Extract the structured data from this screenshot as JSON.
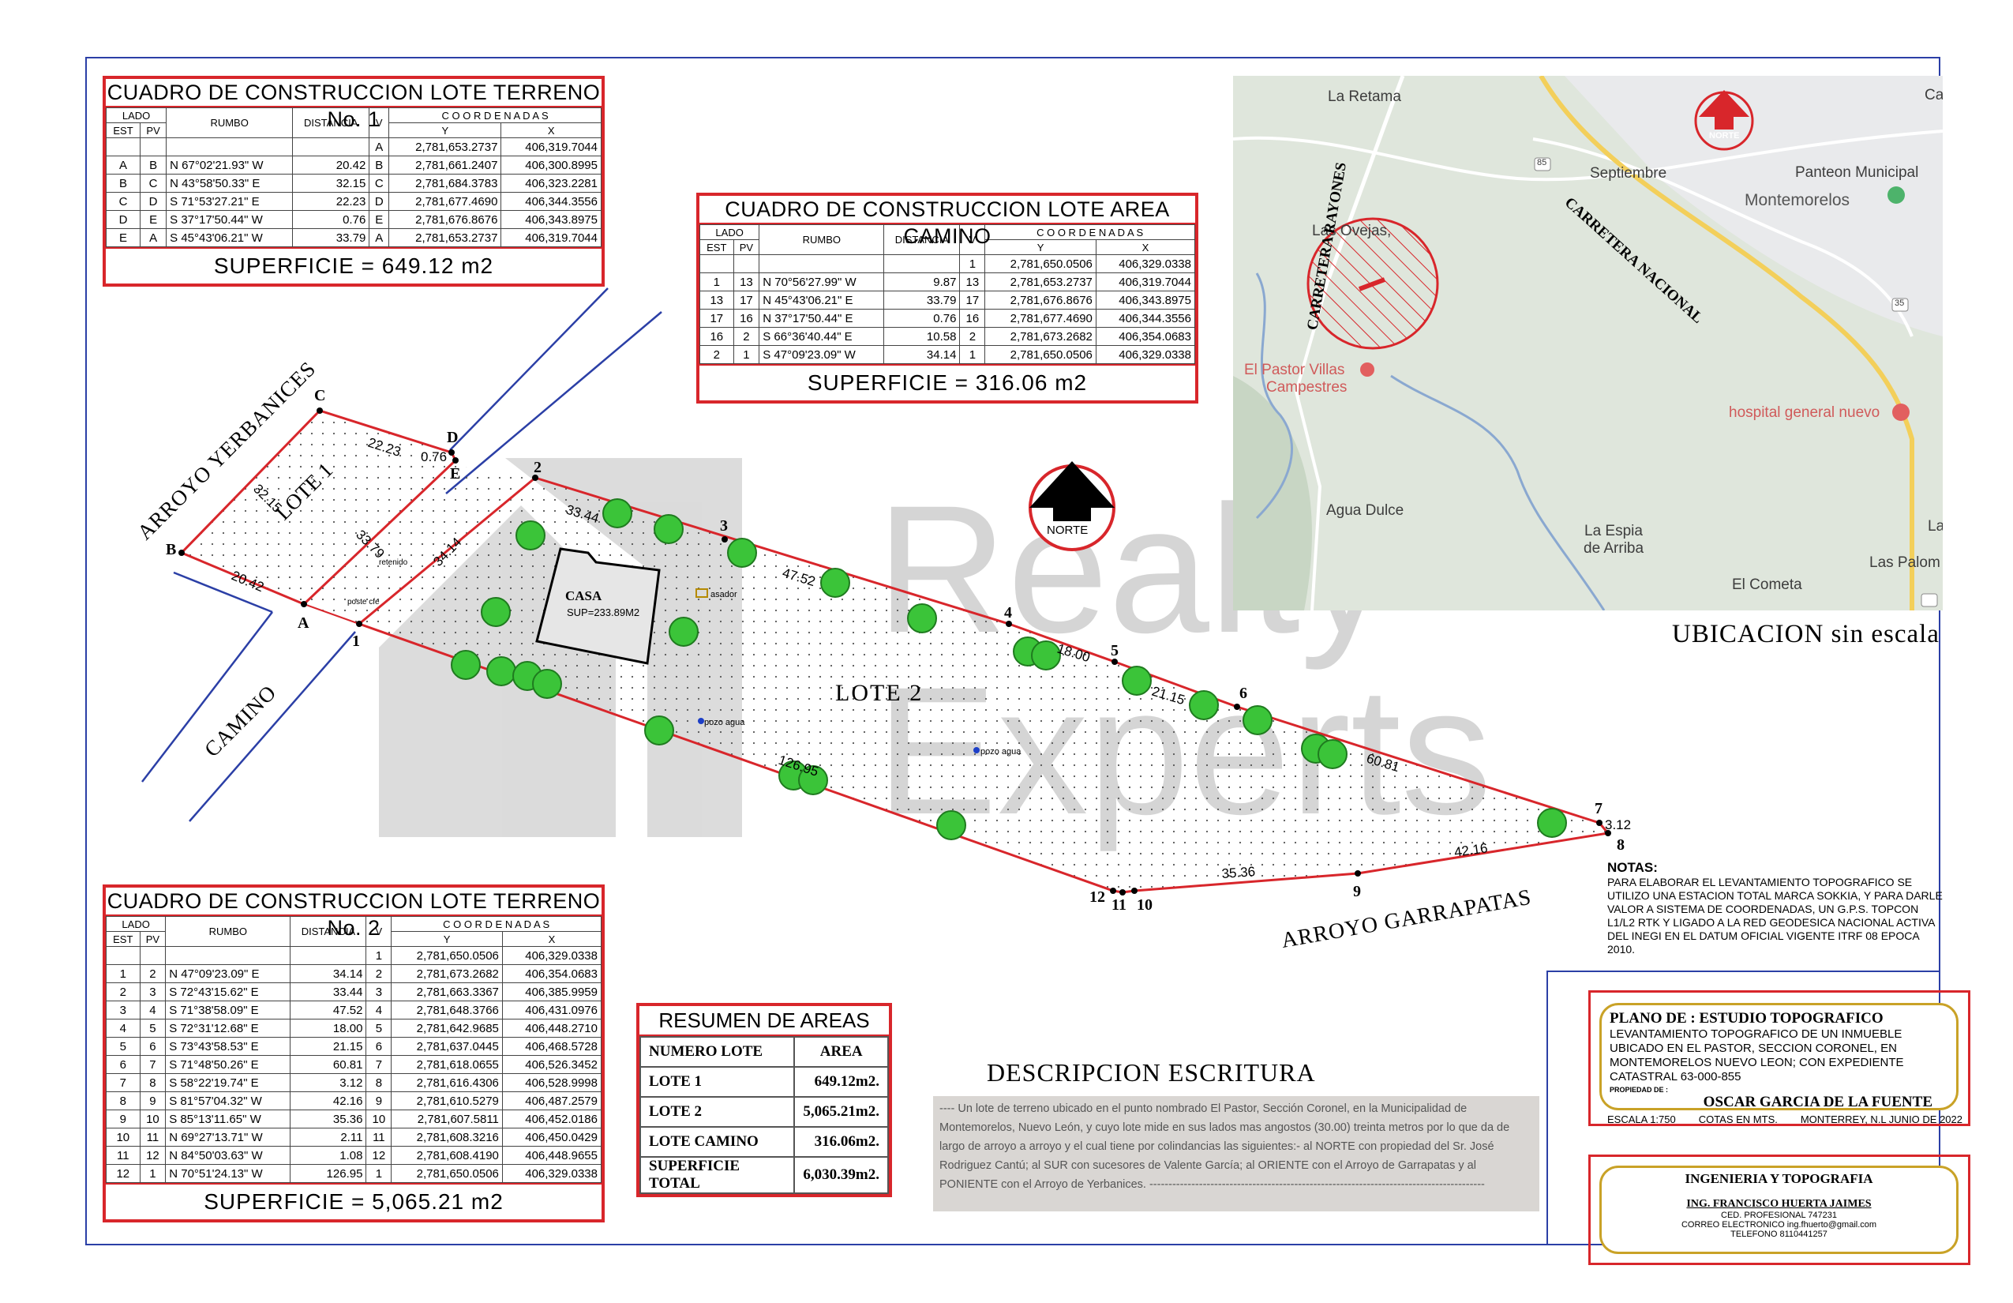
{
  "table1": {
    "title": "CUADRO DE CONSTRUCCION LOTE TERRENO No. 1",
    "h_lado": "LADO",
    "h_est": "EST",
    "h_pv": "PV",
    "h_rumbo": "RUMBO",
    "h_distancia": "DISTANCIA",
    "h_v": "V",
    "h_coord": "C O O R D E N A D A S",
    "h_y": "Y",
    "h_x": "X",
    "rows": [
      [
        "",
        "",
        "",
        "",
        "A",
        "2,781,653.2737",
        "406,319.7044"
      ],
      [
        "A",
        "B",
        "N 67°02'21.93\" W",
        "20.42",
        "B",
        "2,781,661.2407",
        "406,300.8995"
      ],
      [
        "B",
        "C",
        "N 43°58'50.33\" E",
        "32.15",
        "C",
        "2,781,684.3783",
        "406,323.2281"
      ],
      [
        "C",
        "D",
        "S 71°53'27.21\" E",
        "22.23",
        "D",
        "2,781,677.4690",
        "406,344.3556"
      ],
      [
        "D",
        "E",
        "S 37°17'50.44\" W",
        "0.76",
        "E",
        "2,781,676.8676",
        "406,343.8975"
      ],
      [
        "E",
        "A",
        "S 45°43'06.21\" W",
        "33.79",
        "A",
        "2,781,653.2737",
        "406,319.7044"
      ]
    ],
    "superficie": "SUPERFICIE = 649.12 m2"
  },
  "table_camino": {
    "title": "CUADRO DE CONSTRUCCION LOTE AREA CAMINO",
    "h_lado": "LADO",
    "h_est": "EST",
    "h_pv": "PV",
    "h_rumbo": "RUMBO",
    "h_distancia": "DISTANCIA",
    "h_v": "V",
    "h_coord": "C O O R D E N A D A S",
    "h_y": "Y",
    "h_x": "X",
    "rows": [
      [
        "",
        "",
        "",
        "",
        "1",
        "2,781,650.0506",
        "406,329.0338"
      ],
      [
        "1",
        "13",
        "N 70°56'27.99\" W",
        "9.87",
        "13",
        "2,781,653.2737",
        "406,319.7044"
      ],
      [
        "13",
        "17",
        "N 45°43'06.21\" E",
        "33.79",
        "17",
        "2,781,676.8676",
        "406,343.8975"
      ],
      [
        "17",
        "16",
        "N 37°17'50.44\" E",
        "0.76",
        "16",
        "2,781,677.4690",
        "406,344.3556"
      ],
      [
        "16",
        "2",
        "S 66°36'40.44\" E",
        "10.58",
        "2",
        "2,781,673.2682",
        "406,354.0683"
      ],
      [
        "2",
        "1",
        "S 47°09'23.09\" W",
        "34.14",
        "1",
        "2,781,650.0506",
        "406,329.0338"
      ]
    ],
    "superficie": "SUPERFICIE = 316.06 m2"
  },
  "table2": {
    "title": "CUADRO DE CONSTRUCCION LOTE TERRENO No. 2",
    "h_lado": "LADO",
    "h_est": "EST",
    "h_pv": "PV",
    "h_rumbo": "RUMBO",
    "h_distancia": "DISTANCIA",
    "h_v": "V",
    "h_coord": "C O O R D E N A D A S",
    "h_y": "Y",
    "h_x": "X",
    "rows": [
      [
        "",
        "",
        "",
        "",
        "1",
        "2,781,650.0506",
        "406,329.0338"
      ],
      [
        "1",
        "2",
        "N 47°09'23.09\" E",
        "34.14",
        "2",
        "2,781,673.2682",
        "406,354.0683"
      ],
      [
        "2",
        "3",
        "S 72°43'15.62\" E",
        "33.44",
        "3",
        "2,781,663.3367",
        "406,385.9959"
      ],
      [
        "3",
        "4",
        "S 71°38'58.09\" E",
        "47.52",
        "4",
        "2,781,648.3766",
        "406,431.0976"
      ],
      [
        "4",
        "5",
        "S 72°31'12.68\" E",
        "18.00",
        "5",
        "2,781,642.9685",
        "406,448.2710"
      ],
      [
        "5",
        "6",
        "S 73°43'58.53\" E",
        "21.15",
        "6",
        "2,781,637.0445",
        "406,468.5728"
      ],
      [
        "6",
        "7",
        "S 71°48'50.26\" E",
        "60.81",
        "7",
        "2,781,618.0655",
        "406,526.3452"
      ],
      [
        "7",
        "8",
        "S 58°22'19.74\" E",
        "3.12",
        "8",
        "2,781,616.4306",
        "406,528.9998"
      ],
      [
        "8",
        "9",
        "S 81°57'04.32\" W",
        "42.16",
        "9",
        "2,781,610.5279",
        "406,487.2579"
      ],
      [
        "9",
        "10",
        "S 85°13'11.65\" W",
        "35.36",
        "10",
        "2,781,607.5811",
        "406,452.0186"
      ],
      [
        "10",
        "11",
        "N 69°27'13.71\" W",
        "2.11",
        "11",
        "2,781,608.3216",
        "406,450.0429"
      ],
      [
        "11",
        "12",
        "N 84°50'03.63\" W",
        "1.08",
        "12",
        "2,781,608.4190",
        "406,448.9655"
      ],
      [
        "12",
        "1",
        "N 70°51'24.13\" W",
        "126.95",
        "1",
        "2,781,650.0506",
        "406,329.0338"
      ]
    ],
    "superficie": "SUPERFICIE = 5,065.21 m2"
  },
  "resumen": {
    "title": "RESUMEN DE AREAS",
    "h_lote": "NUMERO LOTE",
    "h_area": "AREA",
    "rows": [
      [
        "LOTE 1",
        "649.12m2."
      ],
      [
        "LOTE 2",
        "5,065.21m2."
      ],
      [
        "LOTE CAMINO",
        "316.06m2."
      ],
      [
        "SUPERFICIE TOTAL",
        "6,030.39m2."
      ]
    ]
  },
  "plan": {
    "arroyo_yerbanices": "ARROYO YERBANICES",
    "arroyo_garrapatas": "ARROYO GARRAPATAS",
    "camino": "CAMINO",
    "lote1": "LOTE 1",
    "lote2": "LOTE 2",
    "casa": "CASA",
    "casa_sup": "SUP=233.89M2",
    "asador": "asador",
    "retenido": "retenido",
    "poste": "poste cfe",
    "pozo1": "pozo agua",
    "pozo2": "pozo agua",
    "norte": "NORTE",
    "vertices": [
      "A",
      "B",
      "C",
      "D",
      "E",
      "1",
      "2",
      "3",
      "4",
      "5",
      "6",
      "7",
      "8",
      "9",
      "10",
      "11",
      "12"
    ],
    "distances": [
      "32.15",
      "22.23",
      "0.76",
      "33.79",
      "20.42",
      "34.14",
      "33.44",
      "47.52",
      "18.00",
      "21.15",
      "60.81",
      "3.12",
      "42.16",
      "35.36",
      "126.95"
    ]
  },
  "watermark": {
    "line1": "Realty",
    "line2": "Experts"
  },
  "map": {
    "labels": [
      "La Retama",
      "Septiembre",
      "Panteon Municipal",
      "Montemorelos",
      "Las Ovejas,",
      "El Pastor Villas",
      "Campestres",
      "hospital general nuevo",
      "Agua Dulce",
      "La Espia",
      "de Arriba",
      "El Cometa",
      "Las Palom",
      "Ca",
      "La"
    ],
    "carretera_rayones": "CARRETERA RAYONES",
    "carretera_nacional": "CARRETERA NACIONAL",
    "norte": "NORTE",
    "route_85": "85",
    "route_35": "35"
  },
  "ubicacion": "UBICACION sin escala",
  "notas": {
    "title": "NOTAS:",
    "text": "PARA ELABORAR EL LEVANTAMIENTO TOPOGRAFICO SE UTILIZO UNA ESTACION TOTAL MARCA SOKKIA, Y PARA DARLE VALOR A SISTEMA DE COORDENADAS, UN G.P.S. TOPCON L1/L2 RTK Y LIGADO A LA RED GEODESICA NACIONAL ACTIVA DEL INEGI EN EL DATUM OFICIAL VIGENTE ITRF 08 EPOCA 2010."
  },
  "descripcion": {
    "title": "DESCRIPCION ESCRITURA",
    "text": "---- Un lote de terreno ubicado en el punto nombrado El Pastor, Sección Coronel, en la Municipalidad de Montemorelos, Nuevo León, y cuyo lote mide en sus lados mas angostos (30.00) treinta metros por lo que da de largo de arroyo a arroyo y el cual tiene por colindancias las siguientes:- al NORTE con propiedad del Sr. José Rodriguez Cantú; al SUR con sucesores de Valente García; al ORIENTE con el Arroyo de Garrapatas y al PONIENTE con el Arroyo de Yerbanices. ----------------------------------------------------------------------------------------"
  },
  "titleblock": {
    "plano": "PLANO DE : ESTUDIO TOPOGRAFICO",
    "desc": "LEVANTAMIENTO TOPOGRAFICO DE UN INMUEBLE UBICADO EN EL PASTOR, SECCION CORONEL, EN MONTEMORELOS NUEVO LEON; CON EXPEDIENTE CATASTRAL 63-000-855",
    "propiedad_label": "PROPIEDAD DE :",
    "propietario": "OSCAR GARCIA DE LA FUENTE",
    "escala": "ESCALA 1:750",
    "cotas": "COTAS EN MTS.",
    "lugar_fecha": "MONTERREY, N.L JUNIO DE 2022",
    "ingenieria": "INGENIERIA Y TOPOGRAFIA",
    "ingeniero": "ING. FRANCISCO HUERTA JAIMES",
    "cedula": "CED. PROFESIONAL 747231",
    "correo": "CORREO ELECTRONICO ing.fhuerto@gmail.com",
    "telefono": "TELEFONO 8110441257"
  }
}
